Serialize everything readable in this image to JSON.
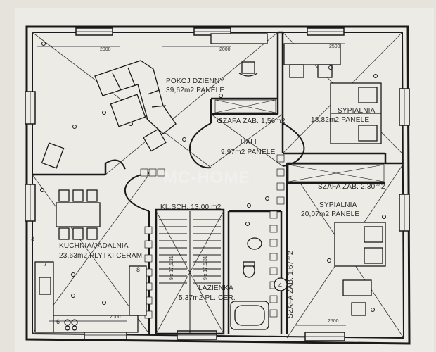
{
  "rooms": {
    "pokoj_name": "POKOJ DZIENNY",
    "pokoj_area": "39,62m2 PANELE",
    "sypialnia1_name": "SYPIALNIA",
    "sypialnia1_area": "18,82m2 PANELE",
    "szafa1": "SZAFA ZAB. 1,56m2",
    "hall_name": "HALL",
    "hall_area": "9,97m2 PANELE",
    "szafa2": "SZAFA ZAB. 2,30m2",
    "sypialnia2_name": "SYPIALNIA",
    "sypialnia2_area": "20,07m2 PANELE",
    "klsch": "KL.SCH. 13,00 m2",
    "kuchnia_name": "KUCHNIA/JADALNIA",
    "kuchnia_area": "23,63m2 PLYTKI CERAM.",
    "lazienka_name": "LAZIENKA",
    "lazienka_area": "5,37m2 PL. CER.",
    "szafa3": "SZAFA ZAB. 1,67m2"
  },
  "dimensions": {
    "w_top_left": "2000",
    "w_top_mid": "2000",
    "w_top_right": "2500",
    "w_bottom_left": "2000",
    "w_bottom_right": "2500",
    "stair_a": "9 x 17,5/31",
    "stair_b": "9 x 17,5/31"
  },
  "markers": {
    "m7": "7",
    "m8": "8",
    "m6": "6",
    "m3": "3",
    "m4": "4"
  },
  "watermark": "MC-HOME"
}
